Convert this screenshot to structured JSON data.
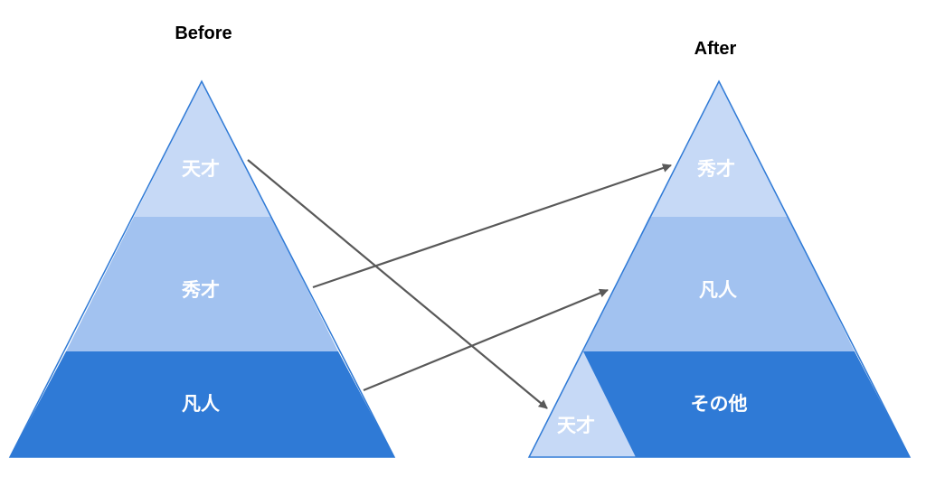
{
  "colors": {
    "light": "#c6d9f6",
    "mid": "#a2c2f0",
    "dark": "#2f7ad6",
    "outline": "#2f7ad6",
    "arrow": "#595959",
    "label": "#ffffff"
  },
  "before": {
    "title": "Before",
    "tiers": {
      "top": "天才",
      "middle": "秀才",
      "bottom": "凡人"
    }
  },
  "after": {
    "title": "After",
    "tiers": {
      "top": "秀才",
      "middle": "凡人",
      "bottom": "その他",
      "side": "天才"
    }
  },
  "arrows": [
    {
      "from": "before.tiers.top",
      "to": "after.tiers.side"
    },
    {
      "from": "before.tiers.middle",
      "to": "after.tiers.top"
    },
    {
      "from": "before.tiers.bottom",
      "to": "after.tiers.middle"
    }
  ]
}
